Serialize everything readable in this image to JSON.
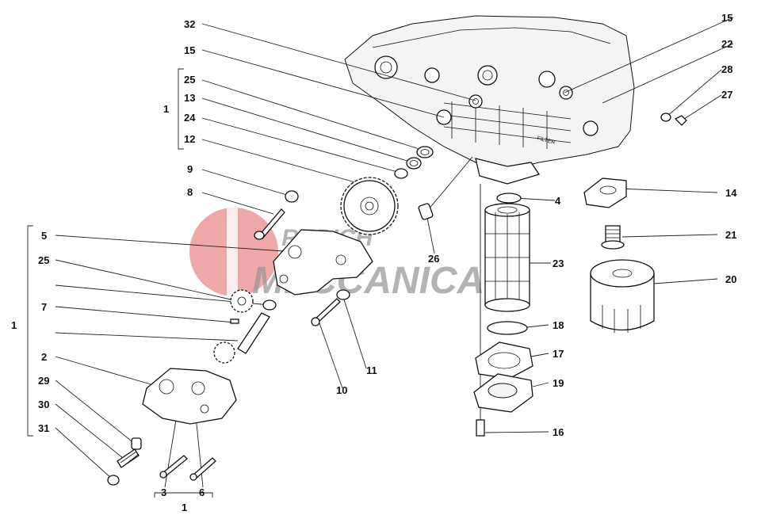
{
  "diagram": {
    "callouts": [
      {
        "id": "c32",
        "text": "32"
      },
      {
        "id": "c15a",
        "text": "15"
      },
      {
        "id": "c25a",
        "text": "25"
      },
      {
        "id": "c13",
        "text": "13"
      },
      {
        "id": "c24",
        "text": "24"
      },
      {
        "id": "c12",
        "text": "12"
      },
      {
        "id": "c1a",
        "text": "1"
      },
      {
        "id": "c9",
        "text": "9"
      },
      {
        "id": "c8",
        "text": "8"
      },
      {
        "id": "c5",
        "text": "5"
      },
      {
        "id": "c25b",
        "text": "25"
      },
      {
        "id": "c7",
        "text": "7"
      },
      {
        "id": "c1b",
        "text": "1"
      },
      {
        "id": "c2",
        "text": "2"
      },
      {
        "id": "c29",
        "text": "29"
      },
      {
        "id": "c30",
        "text": "30"
      },
      {
        "id": "c31",
        "text": "31"
      },
      {
        "id": "c3",
        "text": "3"
      },
      {
        "id": "c6",
        "text": "6"
      },
      {
        "id": "c1c",
        "text": "1"
      },
      {
        "id": "c10",
        "text": "10"
      },
      {
        "id": "c11",
        "text": "11"
      },
      {
        "id": "c26",
        "text": "26"
      },
      {
        "id": "c15b",
        "text": "15"
      },
      {
        "id": "c22",
        "text": "22"
      },
      {
        "id": "c28",
        "text": "28"
      },
      {
        "id": "c27",
        "text": "27"
      },
      {
        "id": "c14",
        "text": "14"
      },
      {
        "id": "c21",
        "text": "21"
      },
      {
        "id": "c20",
        "text": "20"
      },
      {
        "id": "c4",
        "text": "4"
      },
      {
        "id": "c23",
        "text": "23"
      },
      {
        "id": "c18",
        "text": "18"
      },
      {
        "id": "c17",
        "text": "17"
      },
      {
        "id": "c19",
        "text": "19"
      },
      {
        "id": "c16",
        "text": "16"
      }
    ]
  },
  "watermark": {
    "line1": "REBICH",
    "line2": "MECCANICA",
    "accent_color": "#e06060"
  },
  "engraved_text": "FILTER"
}
